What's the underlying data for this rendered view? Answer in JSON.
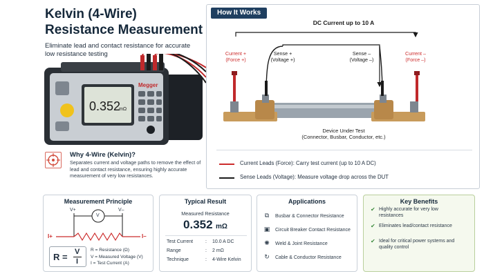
{
  "header": {
    "title_line1": "Kelvin (4-Wire)",
    "title_line2": "Resistance Measurement",
    "subtitle": "Eliminate lead and contact resistance for accurate low resistance testing"
  },
  "meter": {
    "brand": "Megger",
    "reading": "0.352",
    "unit": "mΩ"
  },
  "how_it_works": {
    "badge": "How It Works",
    "dc_label": "DC Current up to 10 A",
    "current_plus": [
      "Current +",
      "(Force +)"
    ],
    "sense_plus": [
      "Sense +",
      "(Voltage +)"
    ],
    "sense_minus": [
      "Sense –",
      "(Voltage –)"
    ],
    "current_minus": [
      "Current –",
      "(Force –)"
    ],
    "dut_title": "Device Under Test",
    "dut_sub": "(Connector, Busbar, Conductor, etc.)",
    "legend_force": "Current Leads (Force): Carry test current (up to 10 A DC)",
    "legend_sense": "Sense Leads (Voltage): Measure voltage drop across the DUT",
    "colors": {
      "force": "#cc2b2b",
      "sense": "#1a1a1a",
      "copper": "#c89b5b",
      "tube": "#9aa4ad"
    }
  },
  "why": {
    "title": "Why 4-Wire (Kelvin)?",
    "body": "Separates current and voltage paths to remove the effect of lead and contact resistance, ensuring highly accurate measurement of very low resistances."
  },
  "principle": {
    "title": "Measurement Principle",
    "v_plus": "V+",
    "v_minus": "V–",
    "v_symbol": "V",
    "i_plus": "I+",
    "i_minus": "I–",
    "formula_r": "R =",
    "formula_num": "V",
    "formula_den": "I",
    "defs": [
      "R = Resistance (Ω)",
      "V = Measured Voltage (V)",
      "I = Test Current (A)"
    ]
  },
  "result": {
    "title": "Typical Result",
    "measured_label": "Measured Resistance",
    "value": "0.352",
    "unit": "mΩ",
    "rows": [
      {
        "k": "Test Current",
        "v": "10.0 A DC"
      },
      {
        "k": "Range",
        "v": "2 mΩ"
      },
      {
        "k": "Technique",
        "v": "4-Wire Kelvin"
      }
    ],
    "sep": ":"
  },
  "applications": {
    "title": "Applications",
    "items": [
      "Busbar & Connector Resistance",
      "Circuit Breaker Contact Resistance",
      "Weld & Joint Resistance",
      "Cable & Conductor Resistance"
    ]
  },
  "benefits": {
    "title": "Key Benefits",
    "items": [
      "Highly accurate for very low resistances",
      "Eliminates lead/contact resistance",
      "Ideal for critical power systems and quality control"
    ]
  }
}
